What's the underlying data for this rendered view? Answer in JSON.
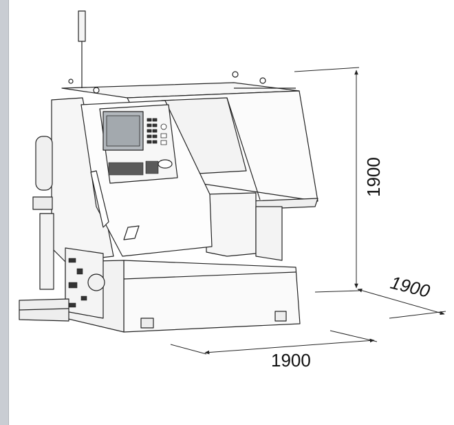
{
  "dimensions": {
    "height_label": "1900",
    "depth_label": "1900",
    "width_label": "1900"
  },
  "colors": {
    "sidebar": "#c9cdd3",
    "line": "#222222",
    "screen": "#aab0b5",
    "panel": "#f4f4f4"
  }
}
